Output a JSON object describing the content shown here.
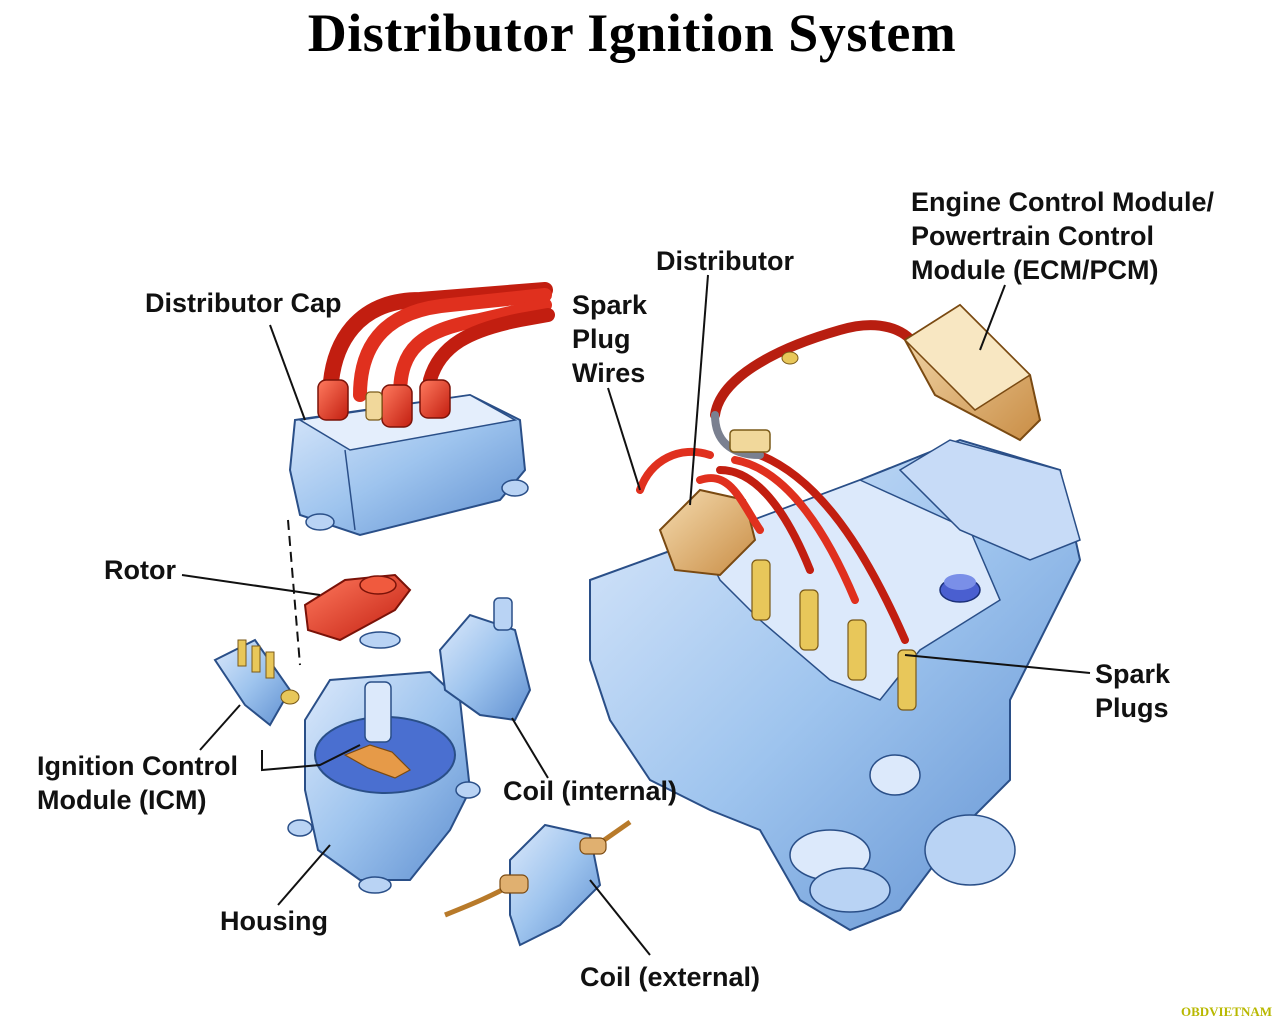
{
  "title": "Distributor Ignition System",
  "labels": {
    "distributor_cap": "Distributor Cap",
    "rotor": "Rotor",
    "icm": "Ignition Control\nModule (ICM)",
    "housing": "Housing",
    "coil_internal": "Coil (internal)",
    "coil_external": "Coil (external)",
    "spark_plug_wires": "Spark\nPlug\nWires",
    "distributor": "Distributor",
    "ecm_pcm": "Engine Control Module/\nPowertrain Control\nModule (ECM/PCM)",
    "spark_plugs": "Spark\nPlugs"
  },
  "watermark": "OBDVIETNAM",
  "colors": {
    "part_blue": "#9ec4ee",
    "part_blue_dark": "#5f8fd0",
    "wire_red": "#e0301e",
    "distributor_tan": "#e0b070",
    "ecm_yellow": "#f2d9a0"
  }
}
